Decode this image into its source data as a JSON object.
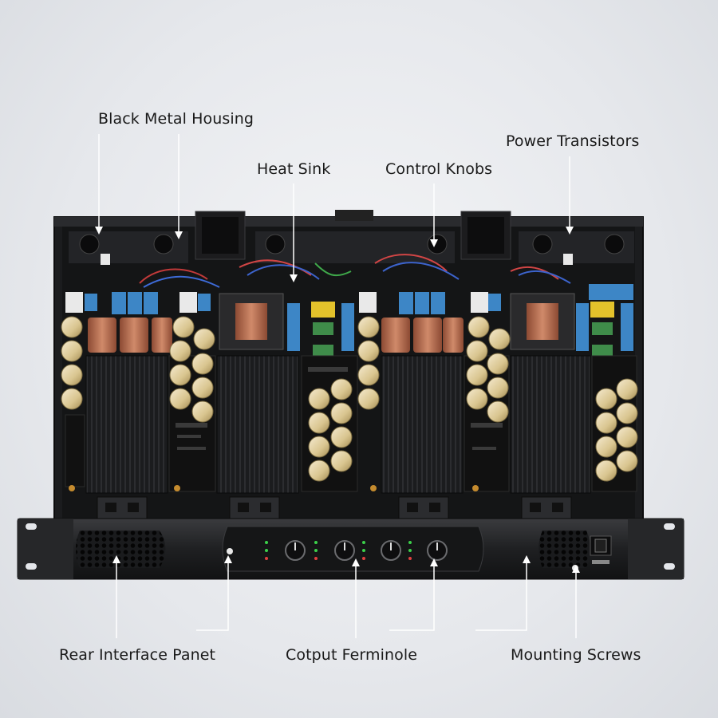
{
  "labels": {
    "black_metal_housing": "Black Metal Housing",
    "heat_sink": "Heat Sink",
    "control_knobs": "Control Knobs",
    "power_transistors": "Power Transistors",
    "rear_interface_panel": "Rear Interface Panet",
    "output_terminals": "Cotput Ferminole",
    "mounting_screws": "Mounting Screws"
  },
  "colors": {
    "chassis": "#1b1c1e",
    "board": "#141516",
    "heatsink": "#1e1f21",
    "copper": "#b5694a",
    "capacitor": "#e7d7a6",
    "blue_component": "#3d86c6",
    "yellow_component": "#e3c22b",
    "leader_line": "#ffffff"
  },
  "front_panel": {
    "knob_count": 4
  }
}
